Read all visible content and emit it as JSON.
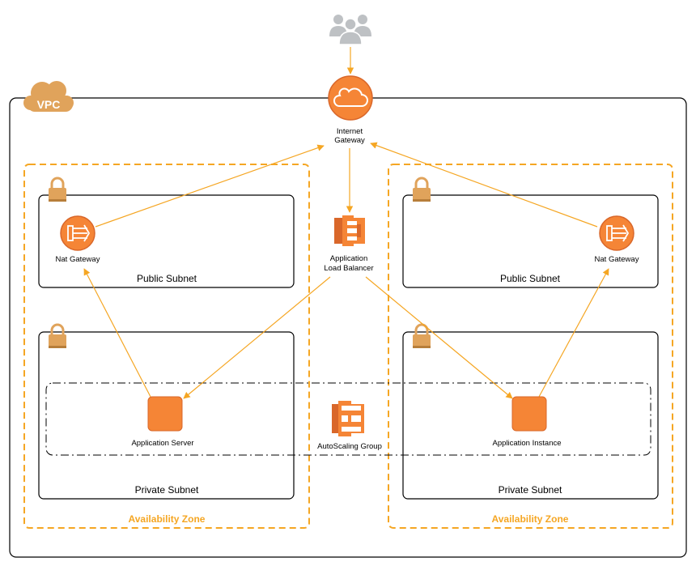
{
  "colors": {
    "accent": "#F58536",
    "accent_dark": "#D9672A",
    "arrow": "#F5A623",
    "vpc_badge": "#E0A35B",
    "lock": "#E0A35B",
    "users": "#BEC1C4",
    "border": "#000000"
  },
  "vpc": {
    "label": "VPC"
  },
  "users": {
    "icon": "users-icon"
  },
  "internet_gateway": {
    "label_line1": "Internet",
    "label_line2": "Gateway",
    "icon": "cloud-icon"
  },
  "load_balancer": {
    "label_line1": "Application",
    "label_line2": "Load Balancer",
    "icon": "load-balancer-icon"
  },
  "autoscaling": {
    "label": "AutoScaling Group",
    "icon": "autoscaling-icon"
  },
  "zones": [
    {
      "label": "Availability Zone",
      "public_subnet": {
        "label": "Public Subnet",
        "nat_label": "Nat Gateway"
      },
      "private_subnet": {
        "label": "Private Subnet",
        "instance_label": "Application Server"
      }
    },
    {
      "label": "Availability Zone",
      "public_subnet": {
        "label": "Public Subnet",
        "nat_label": "Nat Gateway"
      },
      "private_subnet": {
        "label": "Private Subnet",
        "instance_label": "Application Instance"
      }
    }
  ]
}
